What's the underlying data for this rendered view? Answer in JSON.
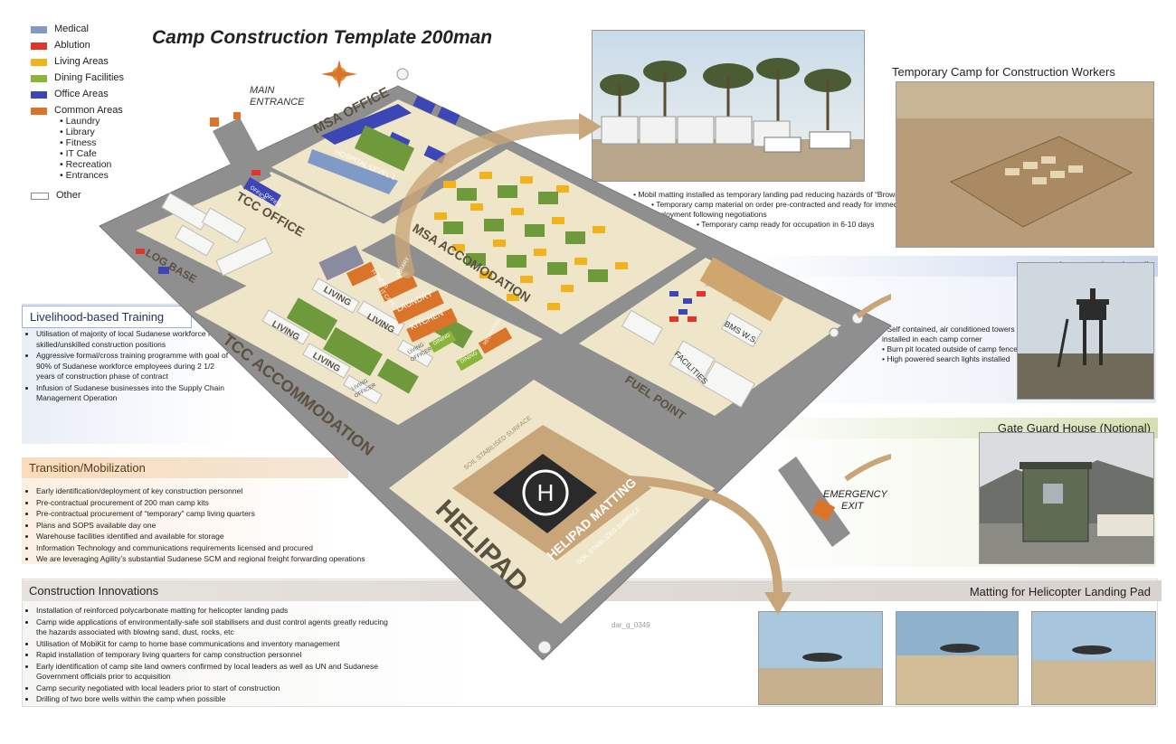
{
  "title": "Camp Construction Template 200man",
  "legend": {
    "items": [
      {
        "label": "Medical",
        "color": "#7f9ac7"
      },
      {
        "label": "Ablution",
        "color": "#e0352b"
      },
      {
        "label": "Living Areas",
        "color": "#f2b21c"
      },
      {
        "label": "Dining Facilities",
        "color": "#8bb43a"
      },
      {
        "label": "Office Areas",
        "color": "#3c46b4"
      },
      {
        "label": "Common Areas",
        "color": "#d9742a"
      }
    ],
    "common_sub": [
      "Laundry",
      "Library",
      "Fitness",
      "IT Cafe",
      "Recreation",
      "Entrances"
    ],
    "other": "Other"
  },
  "map_labels": {
    "main_entrance_1": "MAIN",
    "main_entrance_2": "ENTRANCE",
    "msa_office": "MSA OFFICE",
    "hospital": "HOSPITAL LEVEL 1",
    "tcc_office": "TCC OFFICE",
    "office_a": "OFFICE",
    "office_b": "OFFICE",
    "log_base": "LOG BASE",
    "msa_accom": "MSA ACCOMODATION",
    "tcc_accom": "TCC ACCOMMODATION",
    "living": "LIVING",
    "fitness": "FITNESS",
    "it_cafe": "IT CAFE",
    "library": "LIBRARY",
    "laundry": "LAUNDRY",
    "kitchen": "KITCHEN",
    "dining": "DINING",
    "recreation": "RECREATION",
    "living_officer_1": "LIVING",
    "living_officer_2": "OFFICER",
    "bms_ws": "BMS W.S.",
    "facilities": "FACILITIES",
    "fuel_point": "FUEL POINT",
    "helipad": "HELIPAD",
    "helipad_matting": "HELIPAD MATTING",
    "soil_stabilised": "SOIL STABILISED SURFACE",
    "soil_stabilized": "SOIL STABILIZED SURFACE",
    "emergency_1": "EMERGENCY",
    "emergency_2": "EXIT",
    "heli_symbol": "H",
    "ref": "dar_g_0349"
  },
  "temp_camp": {
    "caption": "Temporary Camp for Construction Workers",
    "notes": [
      "Mobil matting installed as temporary landing pad reducing hazards of “Brown Out”",
      "Temporary camp material on order pre-contracted and ready for immediate deployment following negotiations",
      "Temporary camp ready for occupation in 6-10 days"
    ]
  },
  "guard_tower": {
    "header": "Guard Tower (Notional)",
    "notes": [
      "Self contained, air conditioned towers installed in each camp corner",
      "Burn pit located outside of camp fence",
      "High powered search lights installed"
    ]
  },
  "gate_guard": {
    "header": "Gate Guard House (Notional)"
  },
  "livelihood": {
    "header": "Livelihood-based Training",
    "bullets": [
      "Utilisation of majority of local Sudanese workforce for skilled/unskilled construction positions",
      "Aggressive formal/cross training programme with goal of 90% of Sudanese workforce employees during  2 1/2 years of construction phase of contract",
      "Infusion of Sudanese businesses into the Supply Chain Management Operation"
    ]
  },
  "transition": {
    "header": "Transition/Mobilization",
    "bullets": [
      "Early identification/deployment of key construction personnel",
      "Pre-contractual procurement of 200 man camp kits",
      "Pre-contractual procurement of “temporary” camp living quarters",
      "Plans and SOPS available day one",
      "Warehouse facilities identified and available  for storage",
      "Information Technology and communications requirements licensed and procured",
      "We are leveraging  Agility’s substantial Sudanese SCM and regional freight forwarding operations"
    ]
  },
  "construction": {
    "header": "Construction Innovations",
    "bullets": [
      "Installation of reinforced polycarbonate matting for helicopter landing pads",
      "Camp wide applications of environmentally-safe soil stabilisers and dust control agents greatly reducing the hazards associated with blowing sand, dust, rocks, etc",
      "Utilisation of MobiKit for camp to home base communications and inventory management",
      "Rapid installation of temporary living quarters for camp construction personnel",
      "Early identification of camp site land owners confirmed by local leaders as well as UN and Sudanese Government officials prior to acquisition",
      "Camp security negotiated with local leaders prior to start of construction",
      "Drilling of two bore wells within the camp when possible"
    ]
  },
  "matting": {
    "header": "Matting for Helicopter Landing Pad"
  }
}
